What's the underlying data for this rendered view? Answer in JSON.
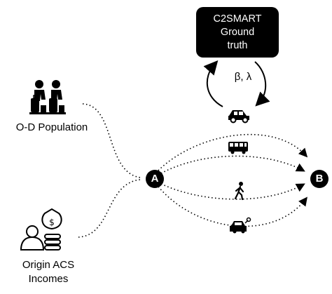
{
  "inputs": {
    "od_population": "O-D Population",
    "acs_income_line1": "Origin ACS",
    "acs_income_line2": "Incomes"
  },
  "ground_truth": {
    "line1": "C2SMART",
    "line2": "Ground",
    "line3": "truth"
  },
  "calibration_params": "β, λ",
  "nodes": {
    "origin": "A",
    "destination": "B"
  },
  "modes": [
    "car-icon",
    "bus-icon",
    "walking-icon",
    "taxi-icon"
  ],
  "colors": {
    "node_fill": "#000000",
    "box_fill": "#000000",
    "line_color": "#000000"
  }
}
